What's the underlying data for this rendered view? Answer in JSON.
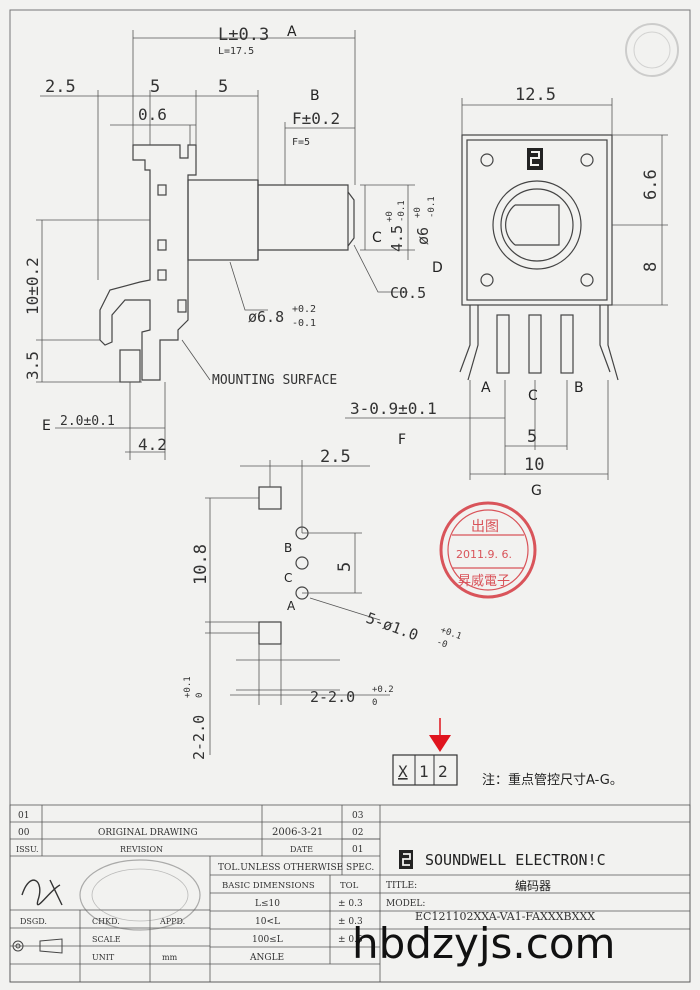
{
  "dimensions": {
    "L": "L±0.3",
    "L_value": "L=17.5",
    "d_2_5": "2.5",
    "d_5a": "5",
    "d_5b": "5",
    "d_0_6": "0.6",
    "F": "F±0.2",
    "F_value": "F=5",
    "h_10": "10±0.2",
    "h_3_5": "3.5",
    "d_2_0": "2.0±0.1",
    "d_4_2": "4.2",
    "dia_6_8": "ø6.8",
    "dia_6_8_tol_up": "+0.2",
    "dia_6_8_tol_dn": "-0.1",
    "d_4_5": "4.5",
    "d_4_5_tol_up": "+0",
    "d_4_5_tol_dn": "-0.1",
    "dia_6": "ø6",
    "dia_6_tol_up": "+0",
    "dia_6_tol_dn": "-0.1",
    "c05": "C0.5",
    "mounting": "MOUNTING SURFACE",
    "w_12_5": "12.5",
    "h_6_6": "6.6",
    "h_8": "8",
    "pitch_3": "3-0.9±0.1",
    "w_5": "5",
    "w_10": "10",
    "p_2_5": "2.5",
    "p_10_8": "10.8",
    "p_5": "5",
    "holes": "5-ø1.0",
    "holes_tol_up": "+0.1",
    "holes_tol_dn": "-0",
    "slot_w": "2-2.0",
    "slot_w_tol_up": "+0.2",
    "slot_w_tol_dn": "0",
    "slot_h": "2-2.0",
    "slot_h_tol_up": "+0.1",
    "slot_h_tol_dn": "0"
  },
  "markers": {
    "A": "A",
    "B": "B",
    "C": "C",
    "D": "D",
    "E": "E",
    "F": "F",
    "G": "G",
    "pin_A": "A",
    "pin_B": "B",
    "pin_C": "C",
    "hole_A": "A",
    "hole_B": "B",
    "hole_C": "C"
  },
  "stamp": {
    "top": "出图",
    "date": "2011.9. 6.",
    "bottom": "昇威電子"
  },
  "xbox": [
    "X",
    "1",
    "2"
  ],
  "note": "注：重点管控尺寸A-G。",
  "title_block": {
    "rev_rows": [
      {
        "no": "01",
        "desc": "",
        "date": ""
      },
      {
        "no": "00",
        "desc": "ORIGINAL DRAWING",
        "date": "2006-3-21"
      }
    ],
    "rev_header": {
      "issu": "ISSU.",
      "revision": "REVISION",
      "date": "DATE"
    },
    "right_nums": [
      "03",
      "02",
      "01"
    ],
    "company": "SOUNDWELL ELECTRON!C",
    "tol_title": "TOL.UNLESS OTHERWISE SPEC.",
    "tol_header": {
      "dim": "BASIC DIMENSIONS",
      "tol": "TOL"
    },
    "tol_rows": [
      {
        "dim": "L≤10",
        "tol": "± 0.3"
      },
      {
        "dim": "10<L",
        "tol": "± 0.3"
      },
      {
        "dim": "100≤L",
        "tol": "± 0.5"
      }
    ],
    "angle": "ANGLE",
    "labels": {
      "dsgd": "DSGD.",
      "chkd": "CHKD.",
      "appd": "APPD.",
      "scale": "SCALE",
      "unit": "UNIT",
      "unit_val": "mm",
      "title": "TITLE:",
      "model": "MODEL:"
    },
    "title_value": "编码器",
    "model_value": "EC121102XXA-VA1-FAXXXBXXX"
  },
  "watermark": "hbdzyjs.com",
  "colors": {
    "stamp": "#d9545a",
    "arrow": "#e0141e",
    "line": "#444444"
  }
}
